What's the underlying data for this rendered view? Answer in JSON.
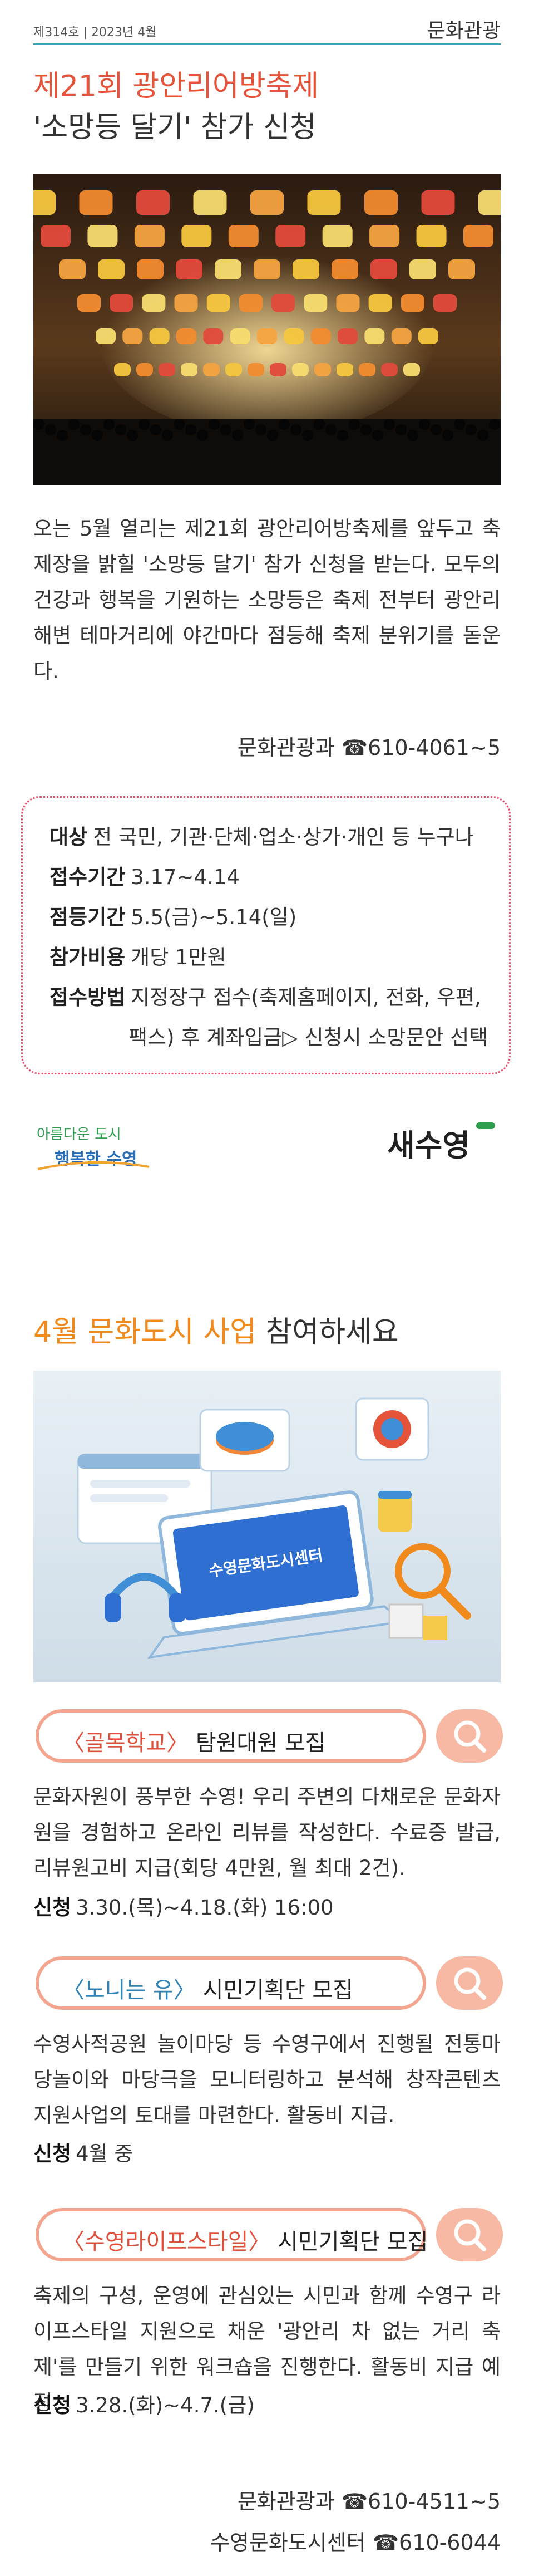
{
  "header": {
    "issue": "제314호 | 2023년 4월",
    "section": "문화관광"
  },
  "article1": {
    "title_line1": "제21회 광안리어방축제",
    "title_line2": "'소망등 달기' 참가 신청",
    "body": "오는 5월 열리는 제21회 광안리어방축제를 앞두고 축제장을 밝힐 '소망등 달기' 참가 신청을 받는다. 모두의 건강과 행복을 기원하는 소망등은 축제 전부터 광안리해변 테마거리에 야간마다 점등해 축제 분위기를 돋운다.",
    "contact": "문화관광과 ☎610-4061~5",
    "info": {
      "target_label": "대상",
      "target_value": "전 국민, 기관·단체·업소·상가·개인 등 누구나",
      "period_label": "접수기간",
      "period_value": "3.17~4.14",
      "light_label": "점등기간",
      "light_value": "5.5(금)~5.14(일)",
      "fee_label": "참가비용",
      "fee_value": "개당 1만원",
      "method_label": "접수방법",
      "method_value": "지정장구 접수(축제홈페이지, 전화, 우편,",
      "method_value2": "팩스) 후 계좌입금▷ 신청시 소망문안 선택"
    },
    "logo_left_text1": "아름다운 도시",
    "logo_left_text2": "행복한 수영",
    "logo_right_text": "새수영"
  },
  "article2": {
    "title_highlight": "4월 문화도시 사업",
    "title_rest": " 참여하세요",
    "laptop_label": "수영문화도시센터",
    "programs": [
      {
        "tag": "〈골목학교〉",
        "name": " 탐원대원 모집",
        "body": "문화자원이 풍부한 수영! 우리 주변의 다채로운 문화자원을 경험하고 온라인 리뷰를 작성한다. 수료증 발급, 리뷰원고비 지급(회당 4만원, 월 최대 2건).",
        "apply_label": "신청",
        "apply_value": "3.30.(목)~4.18.(화) 16:00"
      },
      {
        "tag": "〈노니는 유〉",
        "name": " 시민기획단 모집",
        "body": "수영사적공원 놀이마당 등 수영구에서 진행될 전통마당놀이와 마당극을 모니터링하고 분석해 창작콘텐츠 지원사업의 토대를 마련한다. 활동비 지급.",
        "apply_label": "신청",
        "apply_value": "4월 중"
      },
      {
        "tag": "〈수영라이프스타일〉",
        "name": " 시민기획단 모집",
        "body": "축제의 구성, 운영에 관심있는 시민과 함께 수영구 라이프스타일 지원으로 채운 '광안리 차 없는 거리 축제'를 만들기 위한 워크숍을 진행한다. 활동비 지급 예정.",
        "apply_label": "신청",
        "apply_value": "3.28.(화)~4.7.(금)"
      }
    ],
    "contact1": "문화관광과 ☎610-4511~5",
    "contact2": "수영문화도시센터 ☎610-6044"
  }
}
